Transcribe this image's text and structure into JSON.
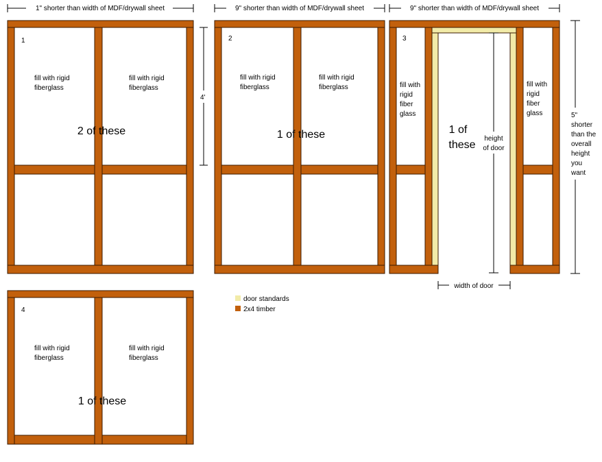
{
  "dimensions": {
    "top_panel1": "1\" shorter than width of MDF/drywall sheet",
    "top_panel2": "9\" shorter than width of MDF/drywall sheet",
    "top_panel3": "9\" shorter than width of MDF/drywall sheet",
    "four_feet": "4'",
    "right_side": [
      "5\"",
      "shorter",
      "than the",
      "overall",
      "height",
      "you",
      "want"
    ],
    "door_width": "width of door",
    "door_height": [
      "height",
      "of door"
    ]
  },
  "panels": {
    "p1": {
      "number": "1",
      "fill_left": [
        "fill with rigid",
        "fiberglass"
      ],
      "fill_right": [
        "fill with rigid",
        "fiberglass"
      ],
      "quantity": "2 of these"
    },
    "p2": {
      "number": "2",
      "fill_left": [
        "fill with rigid",
        "fiberglass"
      ],
      "fill_right": [
        "fill with rigid",
        "fiberglass"
      ],
      "quantity": "1 of these"
    },
    "p3": {
      "number": "3",
      "fill_left": [
        "fill with",
        "rigid",
        "fiber",
        "glass"
      ],
      "fill_right": [
        "fill with",
        "rigid",
        "fiber",
        "glass"
      ],
      "quantity": [
        "1 of",
        "these"
      ]
    },
    "p4": {
      "number": "4",
      "fill_left": [
        "fill with rigid",
        "fiberglass"
      ],
      "fill_right": [
        "fill with rigid",
        "fiberglass"
      ],
      "quantity": "1 of these"
    }
  },
  "legend": {
    "items": [
      {
        "label": "door standards",
        "color": "#f2eba8"
      },
      {
        "label": "2x4 timber",
        "color": "#c2600c"
      }
    ]
  }
}
